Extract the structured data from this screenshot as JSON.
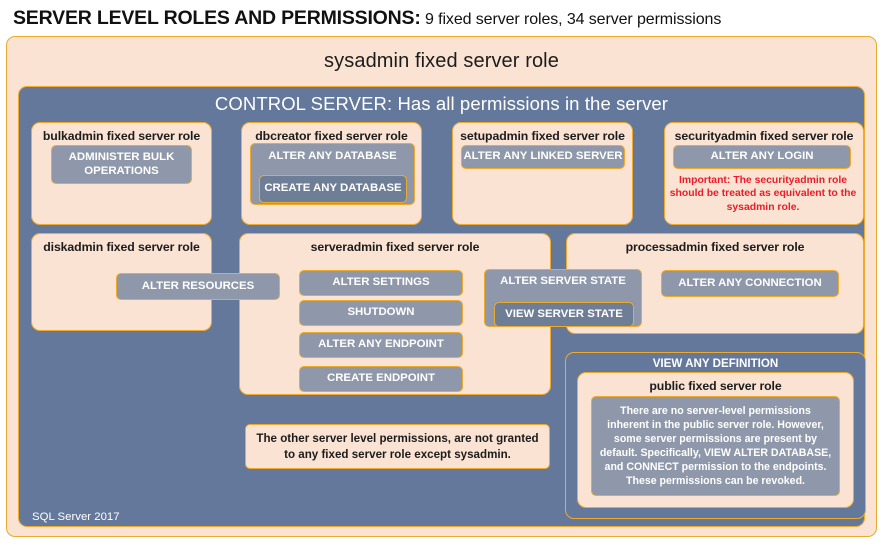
{
  "title": {
    "main": "SERVER LEVEL ROLES AND PERMISSIONS:",
    "sub": " 9 fixed server roles, 34 server permissions"
  },
  "sysadmin": {
    "label": "sysadmin  fixed  server  role"
  },
  "control_server": {
    "label": "CONTROL SERVER: Has all permissions in the server"
  },
  "roles": {
    "bulkadmin": {
      "label": "bulkadmin  fixed server role",
      "permissions": [
        "ADMINISTER  BULK OPERATIONS"
      ]
    },
    "dbcreator": {
      "label": "dbcreator fixed server role",
      "permissions": [
        "ALTER ANY DATABASE",
        "CREATE  ANY DATABASE"
      ]
    },
    "setupadmin": {
      "label": "setupadmin fixed server role",
      "permissions": [
        "ALTER ANY LINKED SERVER"
      ]
    },
    "securityadmin": {
      "label": "securityadmin  fixed server role",
      "permissions": [
        "ALTER ANY LOGIN"
      ],
      "note": "Important:  The securityadmin role should  be treated as equivalent to the sysadmin role."
    },
    "diskadmin": {
      "label": "diskadmin  fixed server role",
      "permissions": [
        "ALTER RESOURCES"
      ]
    },
    "serveradmin": {
      "label": "serveradmin fixed server role",
      "permissions": [
        "ALTER SETTINGS",
        "SHUTDOWN",
        "ALTER ANY ENDPOINT",
        "CREATE  ENDPOINT"
      ]
    },
    "processadmin": {
      "label": "processadmin fixed server role",
      "permissions": [
        "ALTER ANY CONNECTION"
      ]
    },
    "public": {
      "container_label": "VIEW ANY DEFINITION",
      "label": "public  fixed server role",
      "body": "There are no server-level permissions inherent in the public server role. However, some server permissions are present by default. Specifically, VIEW ALTER DATABASE, and CONNECT permission to the endpoints. These permissions can be revoked."
    }
  },
  "shared_permissions": {
    "alter_server_state": "ALTER SERVER STATE",
    "view_server_state": "VIEW SERVER STATE"
  },
  "notes": {
    "other_permissions": "The other server level permissions,  are not granted to any fixed server role except sysadmin."
  },
  "footer": {
    "version": "SQL Server 2017"
  },
  "colors": {
    "peach_fill": "#fae3d2",
    "gold_border": "#ecab2e",
    "slate_panel": "#63789b",
    "permission_fill": "#8e98aa",
    "permission_fill_dark": "#6f7e97",
    "warning_red": "#ec1c2a",
    "text_dark": "#1c1c1c",
    "text_light": "#ffffff"
  }
}
